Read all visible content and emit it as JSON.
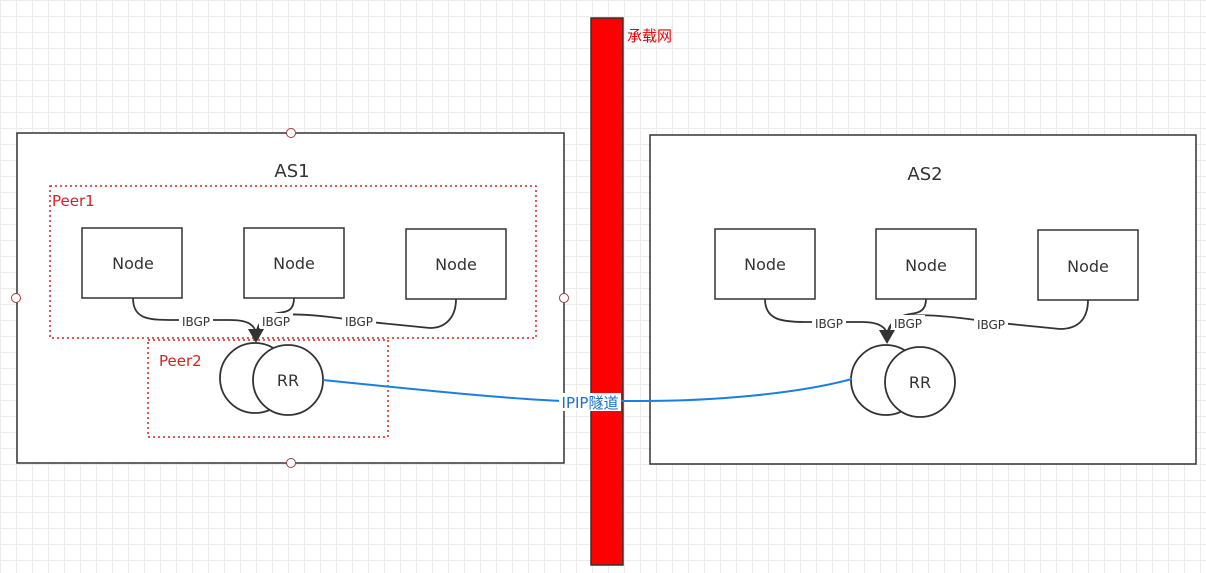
{
  "diagram": {
    "carrier_network": {
      "label": "承载网",
      "fill_color": "#ff0000",
      "label_color": "#e60000"
    },
    "as1": {
      "title": "AS1",
      "peer1_label": "Peer1",
      "peer2_label": "Peer2",
      "nodes": [
        "Node",
        "Node",
        "Node"
      ],
      "rr_label": "RR",
      "ibgp_labels": [
        "IBGP",
        "IBGP",
        "IBGP"
      ]
    },
    "as2": {
      "title": "AS2",
      "nodes": [
        "Node",
        "Node",
        "Node"
      ],
      "rr_label": "RR",
      "ibgp_labels": [
        "IBGP",
        "IBGP",
        "IBGP"
      ]
    },
    "tunnel": {
      "label": "IPIP隧道",
      "color": "#1b7fe0"
    },
    "colors": {
      "peer_border": "#d62222",
      "box_border": "#333333",
      "handle": "#a33a3a"
    }
  }
}
